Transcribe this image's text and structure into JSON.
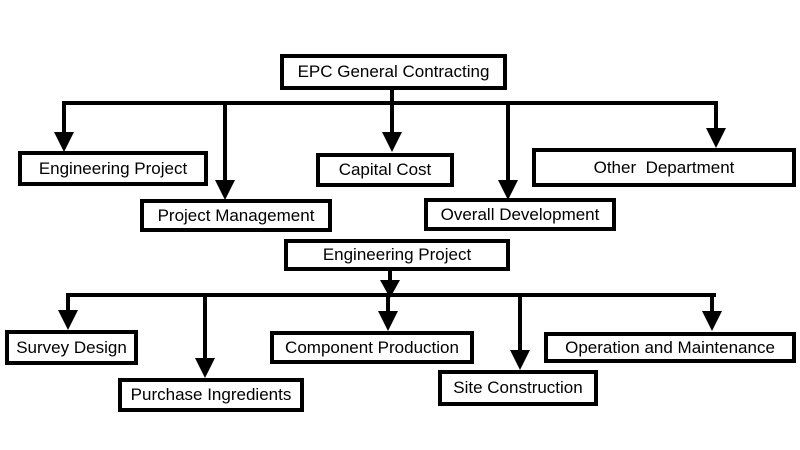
{
  "top_root": "EPC General Contracting",
  "top_children": [
    "Engineering Project",
    "Project Management",
    "Capital Cost",
    "Overall Development",
    "Other  Department"
  ],
  "bottom_root": "Engineering Project",
  "bottom_children": [
    "Survey Design",
    "Purchase Ingredients",
    "Component Production",
    "Site Construction",
    "Operation and Maintenance"
  ],
  "colors": {
    "stroke": "#000000",
    "background": "#ffffff"
  }
}
